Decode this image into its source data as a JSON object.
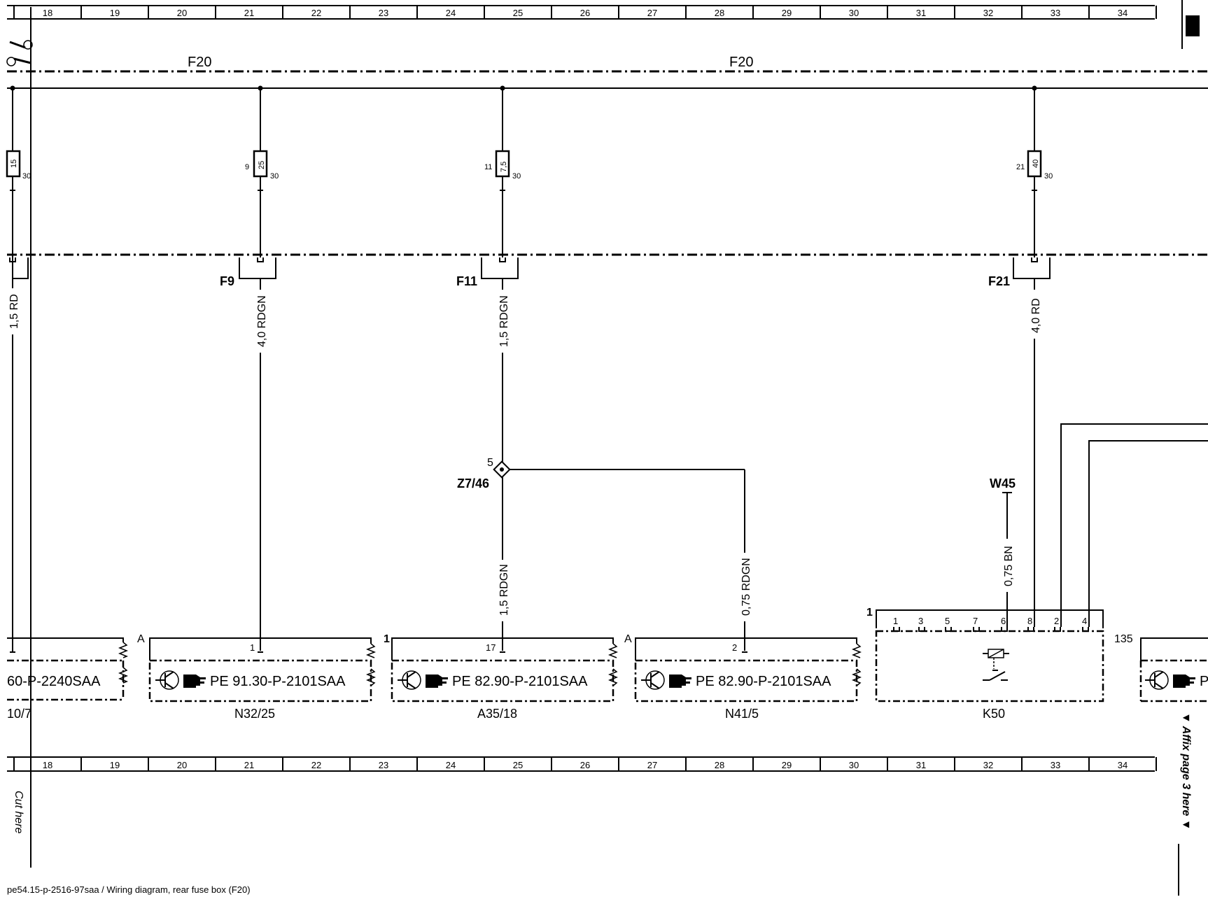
{
  "grid": {
    "columns": [
      "18",
      "19",
      "20",
      "21",
      "22",
      "23",
      "24",
      "25",
      "26",
      "27",
      "28",
      "29",
      "30",
      "31",
      "32",
      "33",
      "34"
    ]
  },
  "header": {
    "scissors_icon": "scissors-icon",
    "fuse_box_label_left": "F20",
    "fuse_box_label_right": "F20"
  },
  "fuses": [
    {
      "number": "",
      "rating": "15",
      "terminal": "30"
    },
    {
      "number": "9",
      "rating": "25",
      "terminal": "30"
    },
    {
      "number": "11",
      "rating": "7,5",
      "terminal": "30"
    },
    {
      "number": "21",
      "rating": "40",
      "terminal": "30"
    }
  ],
  "fuse_outputs": [
    {
      "label": ""
    },
    {
      "label": "F9"
    },
    {
      "label": "F11"
    },
    {
      "label": "F21"
    }
  ],
  "wires": [
    {
      "label": "1,5 RD"
    },
    {
      "label": "4,0 RDGN"
    },
    {
      "label": "1,5 RDGN"
    },
    {
      "label": "4,0 RD"
    },
    {
      "label": "1,5 RDGN"
    },
    {
      "label": "0,75 RDGN"
    },
    {
      "label": "0,75 BN"
    }
  ],
  "junction": {
    "pin": "5",
    "label": "Z7/46"
  },
  "ground": {
    "label": "W45"
  },
  "components": [
    {
      "corner": "",
      "pin": "",
      "ref": "60-P-2240SAA",
      "name": "10/7"
    },
    {
      "corner": "A",
      "pin": "1",
      "ref": "PE 91.30-P-2101SAA",
      "name": "N32/25"
    },
    {
      "corner": "1",
      "pin": "17",
      "ref": "PE 82.90-P-2101SAA",
      "name": "A35/18"
    },
    {
      "corner": "A",
      "pin": "2",
      "ref": "PE 82.90-P-2101SAA",
      "name": "N41/5"
    },
    {
      "corner": "135",
      "pin": "",
      "ref": "P",
      "name": ""
    }
  ],
  "relay": {
    "corner": "1",
    "pins": [
      "1",
      "3",
      "5",
      "7",
      "6",
      "8",
      "2",
      "4"
    ],
    "name": "K50"
  },
  "side_notes": {
    "cut_here": "Cut here",
    "affix_page": "▼ Affix page 3 here ▼"
  },
  "footer": {
    "caption": "pe54.15-p-2516-97saa / Wiring diagram, rear fuse box (F20)"
  },
  "colors": {
    "ink": "#000000",
    "paper": "#ffffff"
  }
}
